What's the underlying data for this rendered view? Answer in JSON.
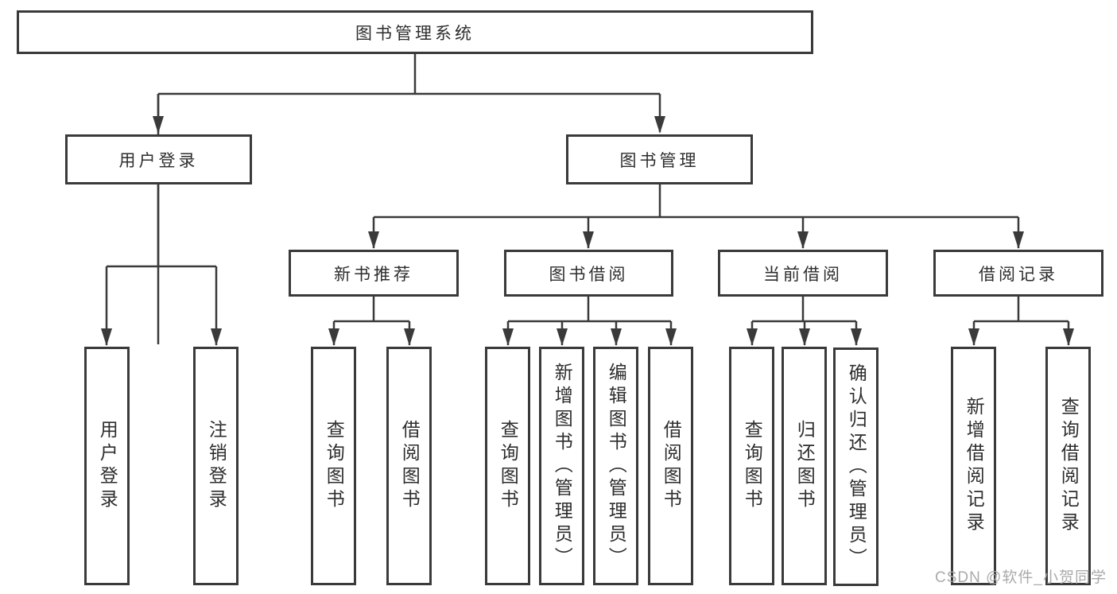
{
  "tree": {
    "root": {
      "label": "图书管理系统",
      "children": [
        {
          "label": "用户登录",
          "children": [
            {
              "label": "用户登录"
            },
            {
              "label": "注销登录"
            }
          ]
        },
        {
          "label": "图书管理",
          "children": [
            {
              "label": "新书推荐",
              "children": [
                {
                  "label": "查询图书"
                },
                {
                  "label": "借阅图书"
                }
              ]
            },
            {
              "label": "图书借阅",
              "children": [
                {
                  "label": "查询图书"
                },
                {
                  "label": "新增图书（管理员）"
                },
                {
                  "label": "编辑图书（管理员）"
                },
                {
                  "label": "借阅图书"
                }
              ]
            },
            {
              "label": "当前借阅",
              "children": [
                {
                  "label": "查询图书"
                },
                {
                  "label": "归还图书"
                },
                {
                  "label": "确认归还（管理员）"
                }
              ]
            },
            {
              "label": "借阅记录",
              "children": [
                {
                  "label": "新增借阅记录"
                },
                {
                  "label": "查询借阅记录"
                }
              ]
            }
          ]
        }
      ]
    }
  },
  "watermark": {
    "text": "CSDN @软件_小贺同学"
  },
  "colors": {
    "line": "#3a3a3a",
    "text": "#2d2d2d",
    "watermark": "#a5a5a5",
    "background": "#ffffff"
  }
}
